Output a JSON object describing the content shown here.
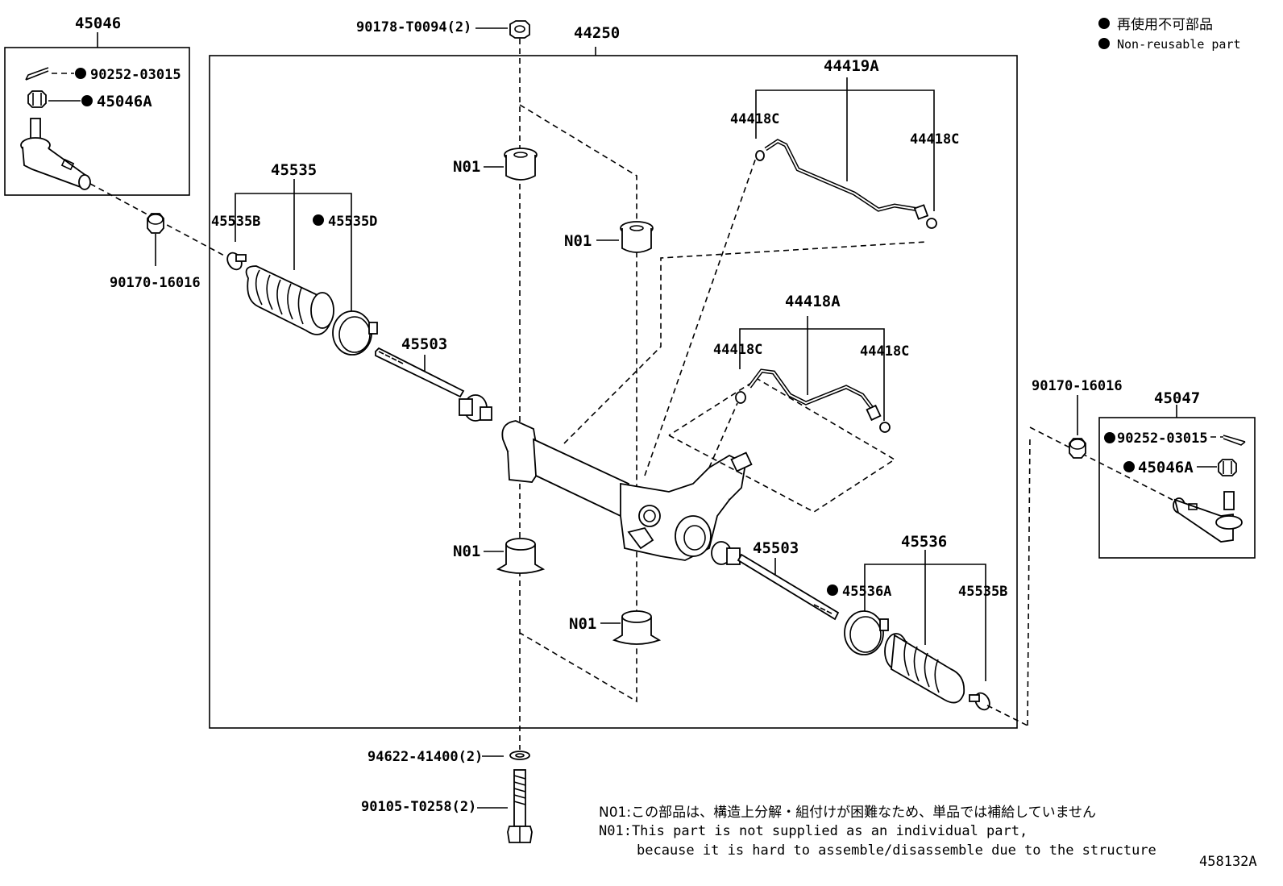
{
  "legend": {
    "jp": "再使用不可部品",
    "en": "Non-reusable part"
  },
  "labels": {
    "p45046": "45046",
    "p90252_l": "90252-03015",
    "p45046A": "45046A",
    "p90170_l": "90170-16016",
    "p90178": "90178-T0094(2)",
    "p44250": "44250",
    "p45535": "45535",
    "p45535B_l": "45535B",
    "p45535D": "45535D",
    "p45503_l": "45503",
    "n01_a": "N01",
    "n01_b": "N01",
    "n01_c": "N01",
    "n01_d": "N01",
    "p44419A": "44419A",
    "p44418C_a": "44418C",
    "p44418C_b": "44418C",
    "p44418A": "44418A",
    "p44418C_c": "44418C",
    "p44418C_d": "44418C",
    "p90170_r": "90170-16016",
    "p45047": "45047",
    "p90252_r": "90252-03015",
    "p45046A_r": "45046A",
    "p45503_r": "45503",
    "p45536": "45536",
    "p45536A": "45536A",
    "p45535B_r": "45535B",
    "p94622": "94622-41400(2)",
    "p90105": "90105-T0258(2)"
  },
  "notes": {
    "line1": "N01:この部品は、構造上分解・組付けが困難なため、単品では補給していません",
    "line2": "N01:This part is not supplied as an individual part,",
    "line3": "because it is hard to assemble/disassemble due to the structure"
  },
  "figure_id": "458132A",
  "colors": {
    "ink": "#000000",
    "paper": "#ffffff"
  }
}
